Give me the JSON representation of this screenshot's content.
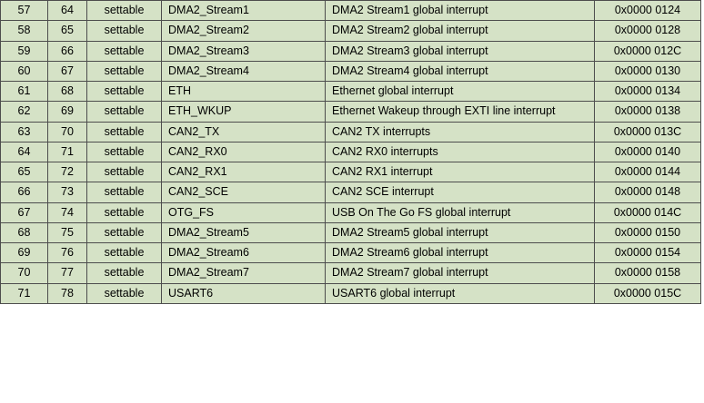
{
  "table": {
    "name": "stm32-interrupt-vector-table",
    "background_color": "#d5e2c6",
    "border_color": "#4d4d4d",
    "text_color": "#000000",
    "columns": [
      {
        "key": "position",
        "align": "center"
      },
      {
        "key": "priority",
        "align": "center"
      },
      {
        "key": "type",
        "align": "center"
      },
      {
        "key": "acronym",
        "align": "left"
      },
      {
        "key": "description",
        "align": "left"
      },
      {
        "key": "address",
        "align": "center"
      }
    ],
    "rows": [
      {
        "position": "57",
        "priority": "64",
        "type": "settable",
        "acronym": "DMA2_Stream1",
        "description": "DMA2 Stream1 global interrupt",
        "address": "0x0000 0124",
        "tall": false
      },
      {
        "position": "58",
        "priority": "65",
        "type": "settable",
        "acronym": "DMA2_Stream2",
        "description": "DMA2 Stream2 global interrupt",
        "address": "0x0000 0128",
        "tall": false
      },
      {
        "position": "59",
        "priority": "66",
        "type": "settable",
        "acronym": "DMA2_Stream3",
        "description": "DMA2 Stream3 global interrupt",
        "address": "0x0000 012C",
        "tall": false
      },
      {
        "position": "60",
        "priority": "67",
        "type": "settable",
        "acronym": "DMA2_Stream4",
        "description": "DMA2 Stream4 global interrupt",
        "address": "0x0000 0130",
        "tall": false
      },
      {
        "position": "61",
        "priority": "68",
        "type": "settable",
        "acronym": "ETH",
        "description": "Ethernet global interrupt",
        "address": "0x0000 0134",
        "tall": false
      },
      {
        "position": "62",
        "priority": "69",
        "type": "settable",
        "acronym": "ETH_WKUP",
        "description": "Ethernet Wakeup through EXTI line interrupt",
        "address": "0x0000 0138",
        "tall": true
      },
      {
        "position": "63",
        "priority": "70",
        "type": "settable",
        "acronym": "CAN2_TX",
        "description": "CAN2 TX interrupts",
        "address": "0x0000 013C",
        "tall": false
      },
      {
        "position": "64",
        "priority": "71",
        "type": "settable",
        "acronym": "CAN2_RX0",
        "description": "CAN2 RX0 interrupts",
        "address": "0x0000 0140",
        "tall": false
      },
      {
        "position": "65",
        "priority": "72",
        "type": "settable",
        "acronym": "CAN2_RX1",
        "description": "CAN2 RX1 interrupt",
        "address": "0x0000 0144",
        "tall": false
      },
      {
        "position": "66",
        "priority": "73",
        "type": "settable",
        "acronym": "CAN2_SCE",
        "description": "CAN2 SCE interrupt",
        "address": "0x0000 0148",
        "tall": false
      },
      {
        "position": "67",
        "priority": "74",
        "type": "settable",
        "acronym": "OTG_FS",
        "description": "USB On The Go FS global interrupt",
        "address": "0x0000 014C",
        "tall": false
      },
      {
        "position": "68",
        "priority": "75",
        "type": "settable",
        "acronym": "DMA2_Stream5",
        "description": "DMA2 Stream5 global interrupt",
        "address": "0x0000 0150",
        "tall": false
      },
      {
        "position": "69",
        "priority": "76",
        "type": "settable",
        "acronym": "DMA2_Stream6",
        "description": "DMA2 Stream6 global interrupt",
        "address": "0x0000 0154",
        "tall": false
      },
      {
        "position": "70",
        "priority": "77",
        "type": "settable",
        "acronym": "DMA2_Stream7",
        "description": "DMA2 Stream7 global interrupt",
        "address": "0x0000 0158",
        "tall": false
      },
      {
        "position": "71",
        "priority": "78",
        "type": "settable",
        "acronym": "USART6",
        "description": "USART6 global interrupt",
        "address": "0x0000 015C",
        "tall": false
      }
    ]
  }
}
